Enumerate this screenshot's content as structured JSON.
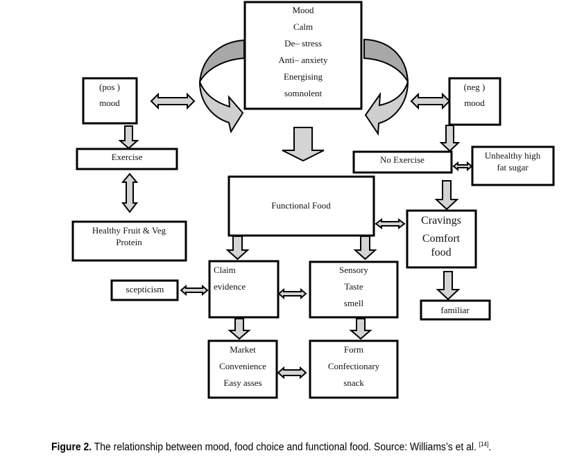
{
  "diagram": {
    "nodes": {
      "mood": [
        "Mood",
        "Calm",
        "De– stress",
        "Anti– anxiety",
        "Energising",
        "somnolent"
      ],
      "pos_mood": [
        "(pos )",
        "mood"
      ],
      "neg_mood": [
        "(neg )",
        "mood"
      ],
      "exercise": [
        "Exercise"
      ],
      "no_exercise": [
        "No Exercise"
      ],
      "unhealthy": [
        "Unhealthy high",
        "fat sugar"
      ],
      "healthy": [
        "Healthy Fruit & Veg",
        "Protein"
      ],
      "functional_food": [
        "Functional Food"
      ],
      "cravings": [
        "Cravings",
        "Comfort",
        "food"
      ],
      "familiar": [
        "familiar"
      ],
      "claim": [
        "Claim",
        "evidence"
      ],
      "scepticism": [
        "scepticism"
      ],
      "sensory": [
        "Sensory",
        "Taste",
        "smell"
      ],
      "market": [
        "Market",
        "Convenience",
        "Easy asses"
      ],
      "form": [
        "Form",
        "Confectionary",
        "snack"
      ]
    },
    "edges": [
      {
        "from": "mood",
        "to": "pos_mood",
        "type": "curved"
      },
      {
        "from": "mood",
        "to": "neg_mood",
        "type": "curved"
      },
      {
        "from": "mood",
        "to": "functional_food",
        "type": "down"
      },
      {
        "from": "pos_mood",
        "to": "mood",
        "type": "bidirectional"
      },
      {
        "from": "neg_mood",
        "to": "mood",
        "type": "bidirectional"
      },
      {
        "from": "pos_mood",
        "to": "exercise",
        "type": "down"
      },
      {
        "from": "neg_mood",
        "to": "no_exercise",
        "type": "down"
      },
      {
        "from": "exercise",
        "to": "healthy",
        "type": "bidirectional"
      },
      {
        "from": "no_exercise",
        "to": "unhealthy",
        "type": "bidirectional"
      },
      {
        "from": "no_exercise",
        "to": "cravings",
        "type": "down"
      },
      {
        "from": "functional_food",
        "to": "cravings",
        "type": "bidirectional"
      },
      {
        "from": "cravings",
        "to": "familiar",
        "type": "down"
      },
      {
        "from": "functional_food",
        "to": "claim",
        "type": "down"
      },
      {
        "from": "functional_food",
        "to": "sensory",
        "type": "down"
      },
      {
        "from": "scepticism",
        "to": "claim",
        "type": "bidirectional"
      },
      {
        "from": "claim",
        "to": "sensory",
        "type": "bidirectional"
      },
      {
        "from": "claim",
        "to": "market",
        "type": "down"
      },
      {
        "from": "sensory",
        "to": "form",
        "type": "down"
      },
      {
        "from": "market",
        "to": "form",
        "type": "bidirectional"
      }
    ]
  },
  "caption": {
    "label": "Figure 2.",
    "text": " The relationship between mood, food choice and functional food. Source: Williams’s et al. ",
    "ref": "[14]",
    "end": "."
  }
}
